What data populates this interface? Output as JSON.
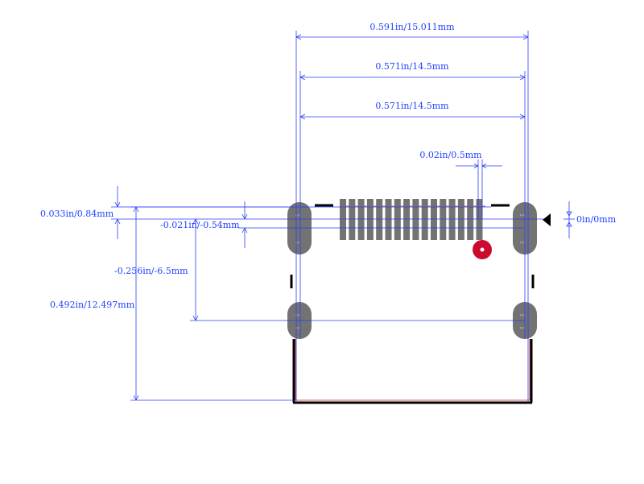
{
  "colors": {
    "dimension": "#2b3df5",
    "pad": "#737373",
    "outline": "#000000",
    "courtyard": "#d9534f",
    "pin1_marker": "#cc0a2e"
  },
  "dimensions": {
    "overall_width": "0.591in/15.011mm",
    "body_width_1": "0.571in/14.5mm",
    "body_width_2": "0.571in/14.5mm",
    "pitch": "0.02in/0.5mm",
    "pad_length": "0.033in/0.84mm",
    "row_offset": "-0.021in/-0.54mm",
    "mount_offset": "-0.256in/-6.5mm",
    "overall_height": "0.492in/12.497mm",
    "origin": "0in/0mm"
  },
  "pad_count": 16,
  "markers": {
    "pin1": "pin-1-indicator",
    "origin": "origin-marker"
  }
}
